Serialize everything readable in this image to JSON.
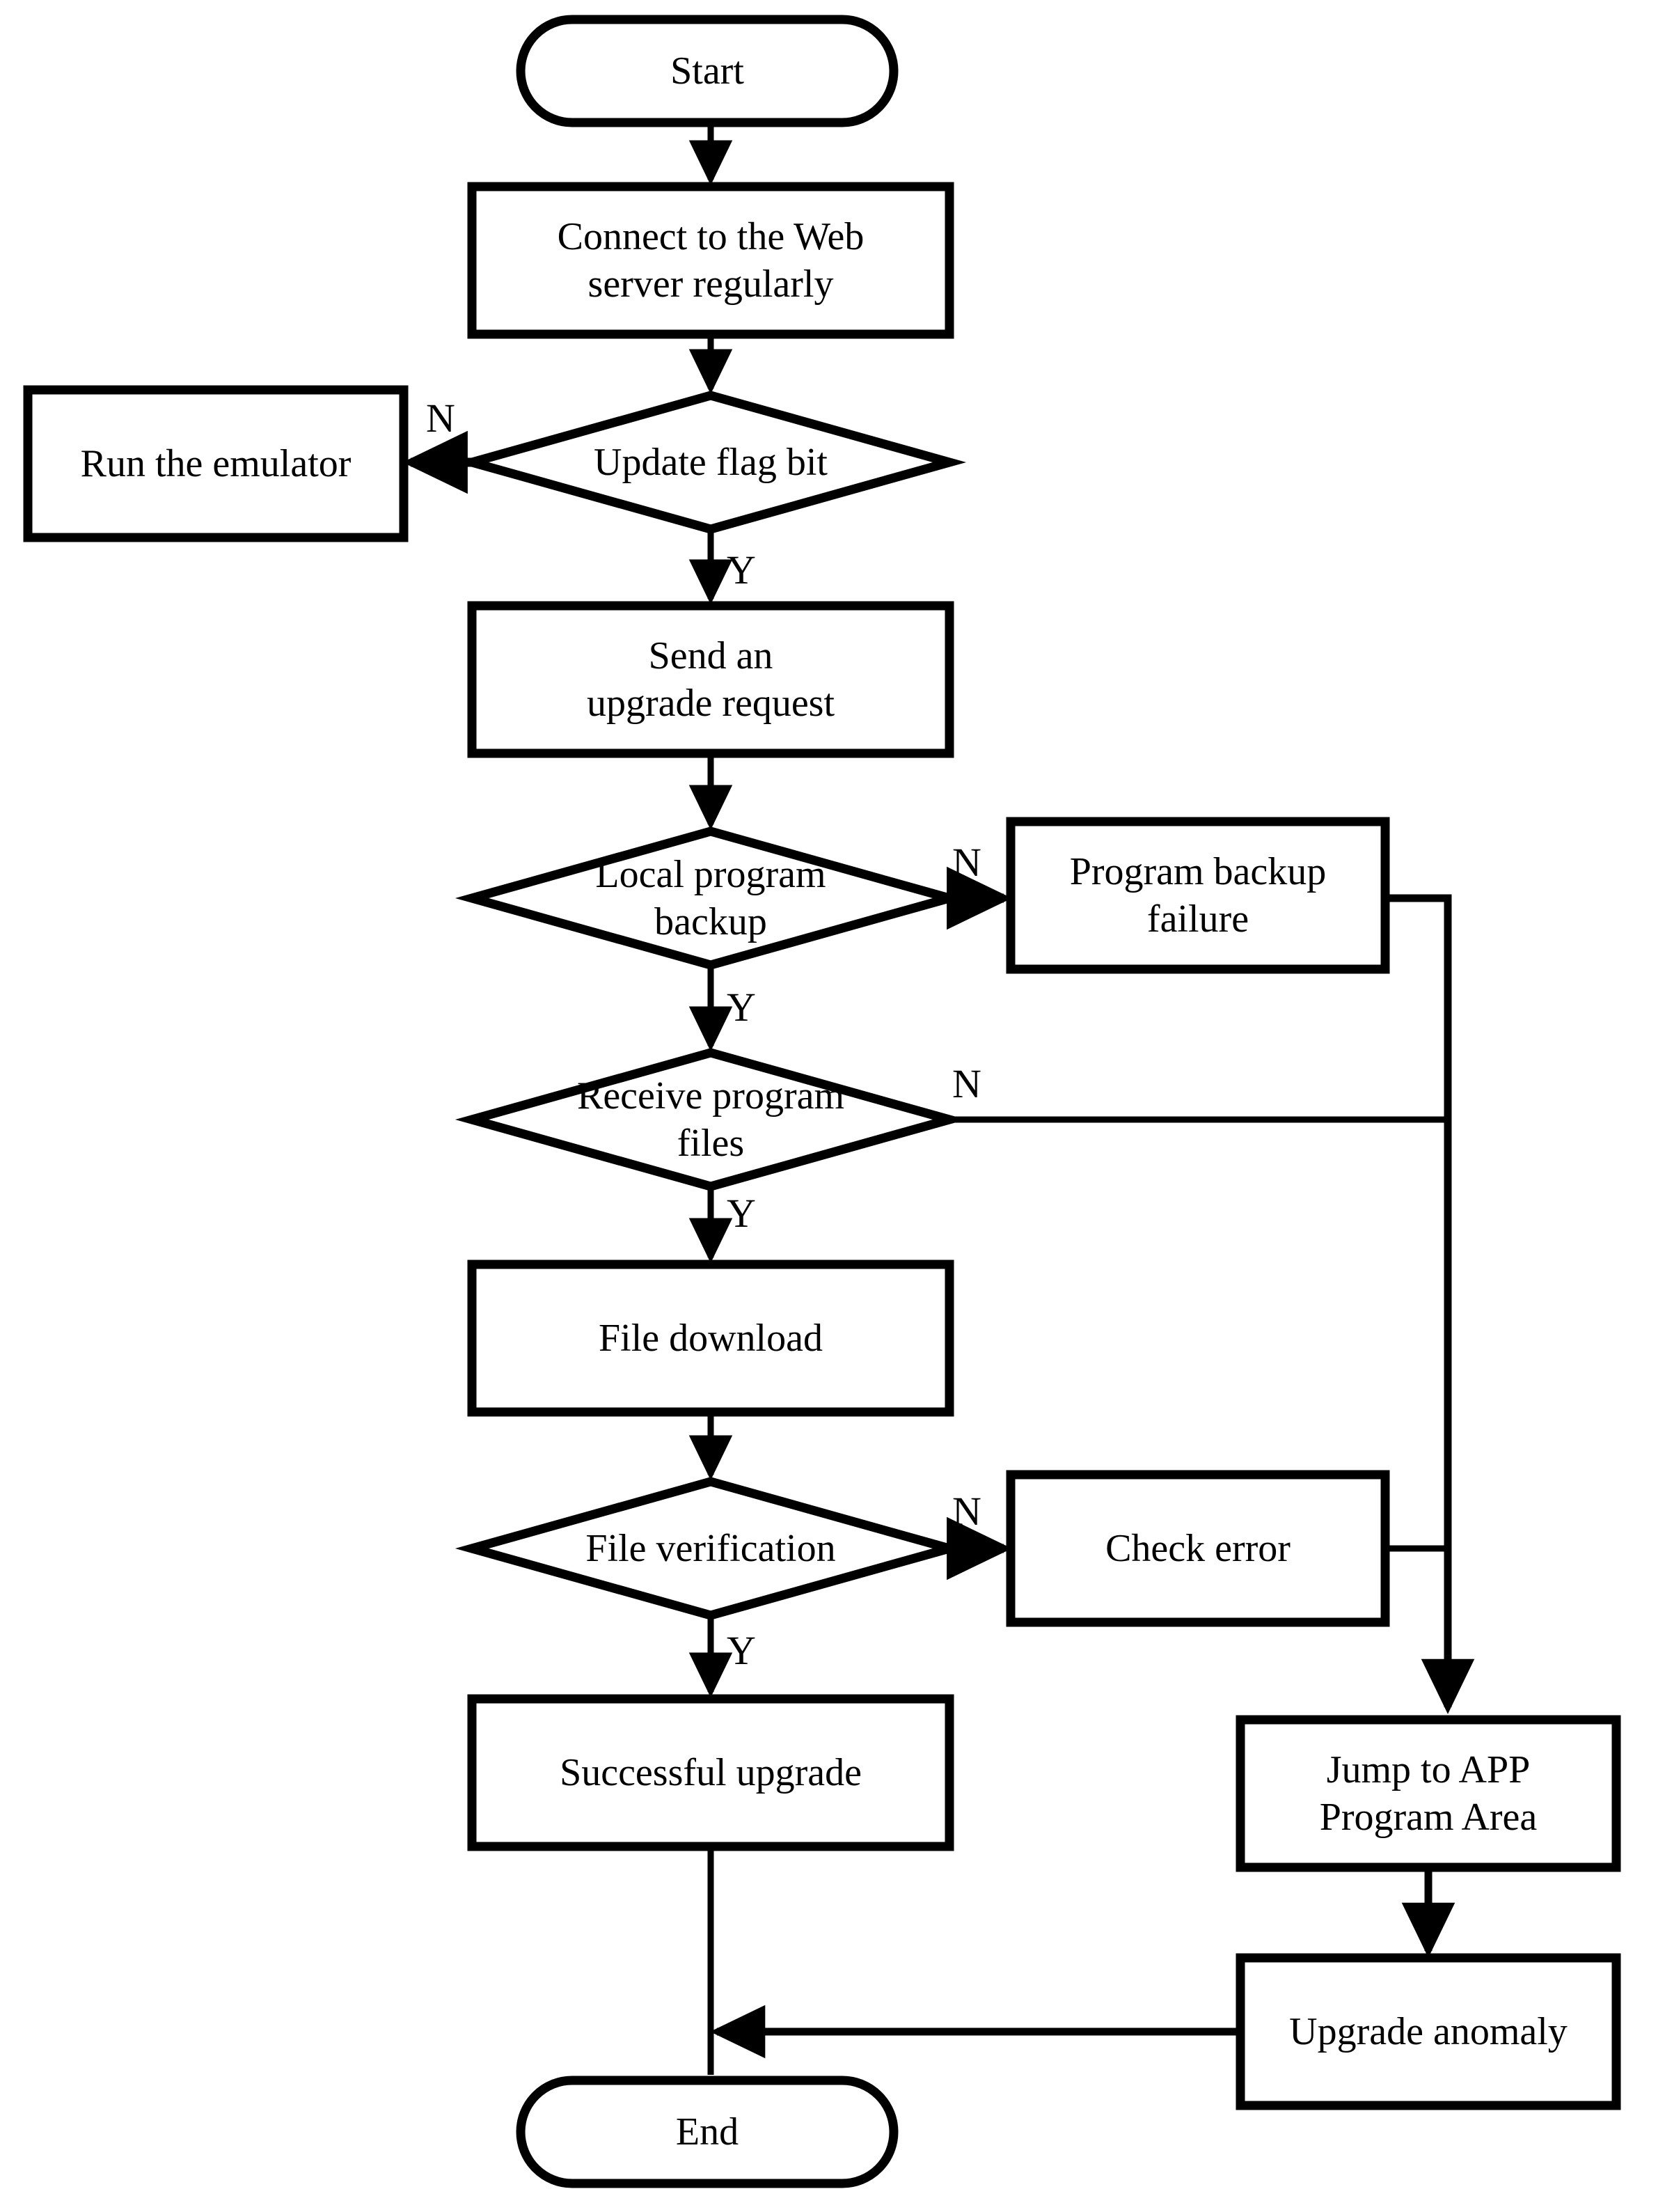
{
  "diagram": {
    "type": "flowchart",
    "title": "Remote firmware upgrade flow",
    "orientation": "top-to-bottom",
    "stroke_color": "#000000",
    "fill_color": "#ffffff",
    "background": "#ffffff"
  },
  "nodes": {
    "start": {
      "label": "Start",
      "shape": "terminator"
    },
    "connect_server": {
      "label": "Connect to the Web\nserver regularly",
      "shape": "process"
    },
    "update_flag": {
      "label": "Update flag bit",
      "shape": "decision"
    },
    "run_emulator": {
      "label": "Run the emulator",
      "shape": "process"
    },
    "send_request": {
      "label": "Send an\nupgrade request",
      "shape": "process"
    },
    "local_backup": {
      "label": "Local program\nbackup",
      "shape": "decision"
    },
    "backup_failure": {
      "label": "Program backup\nfailure",
      "shape": "process"
    },
    "receive_files": {
      "label": "Receive program\nfiles",
      "shape": "decision"
    },
    "file_download": {
      "label": "File download",
      "shape": "process"
    },
    "file_verification": {
      "label": "File verification",
      "shape": "decision"
    },
    "check_error": {
      "label": "Check error",
      "shape": "process"
    },
    "successful_upgrade": {
      "label": "Successful upgrade",
      "shape": "process"
    },
    "jump_app": {
      "label": "Jump to APP\nProgram Area",
      "shape": "process"
    },
    "upgrade_anomaly": {
      "label": "Upgrade anomaly",
      "shape": "process"
    },
    "end": {
      "label": "End",
      "shape": "terminator"
    }
  },
  "edge_labels": {
    "update_flag_no": "N",
    "update_flag_yes": "Y",
    "local_backup_no": "N",
    "local_backup_yes": "Y",
    "receive_files_no": "N",
    "receive_files_yes": "Y",
    "file_verification_no": "N",
    "file_verification_yes": "Y"
  },
  "edges": [
    {
      "from": "start",
      "to": "connect_server",
      "label": ""
    },
    {
      "from": "connect_server",
      "to": "update_flag",
      "label": ""
    },
    {
      "from": "update_flag",
      "to": "run_emulator",
      "label": "N"
    },
    {
      "from": "update_flag",
      "to": "send_request",
      "label": "Y"
    },
    {
      "from": "send_request",
      "to": "local_backup",
      "label": ""
    },
    {
      "from": "local_backup",
      "to": "backup_failure",
      "label": "N"
    },
    {
      "from": "local_backup",
      "to": "receive_files",
      "label": "Y"
    },
    {
      "from": "receive_files",
      "to": "jump_app",
      "label": "N"
    },
    {
      "from": "receive_files",
      "to": "file_download",
      "label": "Y"
    },
    {
      "from": "file_download",
      "to": "file_verification",
      "label": ""
    },
    {
      "from": "file_verification",
      "to": "check_error",
      "label": "N"
    },
    {
      "from": "file_verification",
      "to": "successful_upgrade",
      "label": "Y"
    },
    {
      "from": "backup_failure",
      "to": "jump_app",
      "label": ""
    },
    {
      "from": "check_error",
      "to": "jump_app",
      "label": ""
    },
    {
      "from": "jump_app",
      "to": "upgrade_anomaly",
      "label": ""
    },
    {
      "from": "upgrade_anomaly",
      "to": "end",
      "label": ""
    },
    {
      "from": "successful_upgrade",
      "to": "end",
      "label": ""
    }
  ]
}
